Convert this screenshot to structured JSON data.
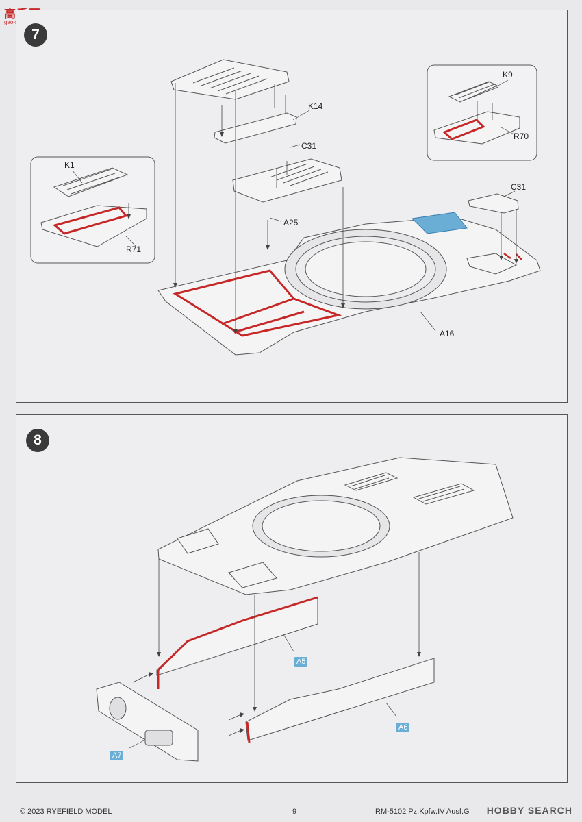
{
  "watermark": {
    "line1": "高手网",
    "line2": "gao-shou.com"
  },
  "step7": {
    "number": "7",
    "labels": {
      "k1": "K1",
      "r71": "R71",
      "k14": "K14",
      "c31_top": "C31",
      "a25": "A25",
      "k9": "K9",
      "r70": "R70",
      "c31_right": "C31",
      "a16": "A16"
    }
  },
  "step8": {
    "number": "8",
    "labels": {
      "a5": "A5",
      "a6": "A6",
      "a7": "A7"
    }
  },
  "footer": {
    "copyright": "© 2023 RYEFIELD MODEL",
    "page": "9",
    "product": "RM-5102 Pz.Kpfw.IV Ausf.G",
    "brand": "HOBBY SEARCH"
  },
  "colors": {
    "highlight_red": "#c62828",
    "part_blue": "#6aaed6",
    "outline": "#555555"
  }
}
